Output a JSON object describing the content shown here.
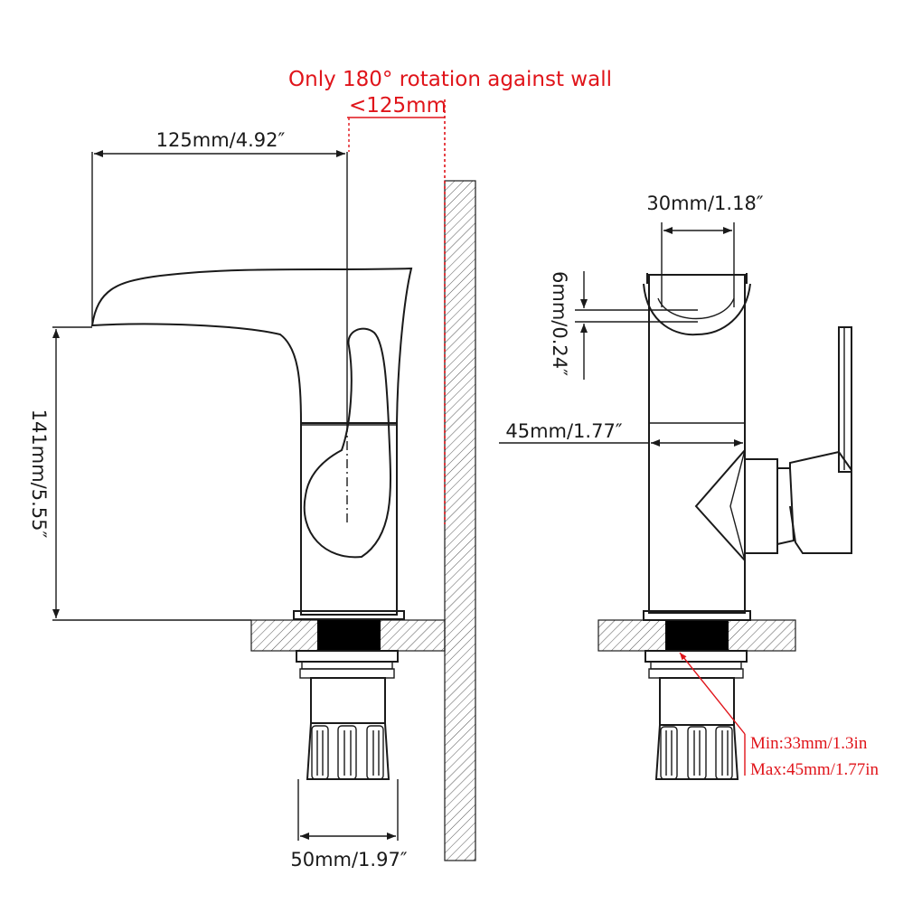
{
  "notes": {
    "rotation": "Only 180° rotation against wall",
    "clearance": "<125mm",
    "min_thickness": "Min:33mm/1.3in",
    "max_thickness": "Max:45mm/1.77in"
  },
  "dimensions": {
    "spout_reach": "125mm/4.92″",
    "spout_height": "141mm/5.55″",
    "base_diameter": "50mm/1.97″",
    "top_width": "30mm/1.18″",
    "top_depth": "6mm/0.24″",
    "body_width": "45mm/1.77″"
  },
  "colors": {
    "line": "#1a1a1a",
    "accent_red": "#e0141a",
    "fill_black": "#000000"
  }
}
